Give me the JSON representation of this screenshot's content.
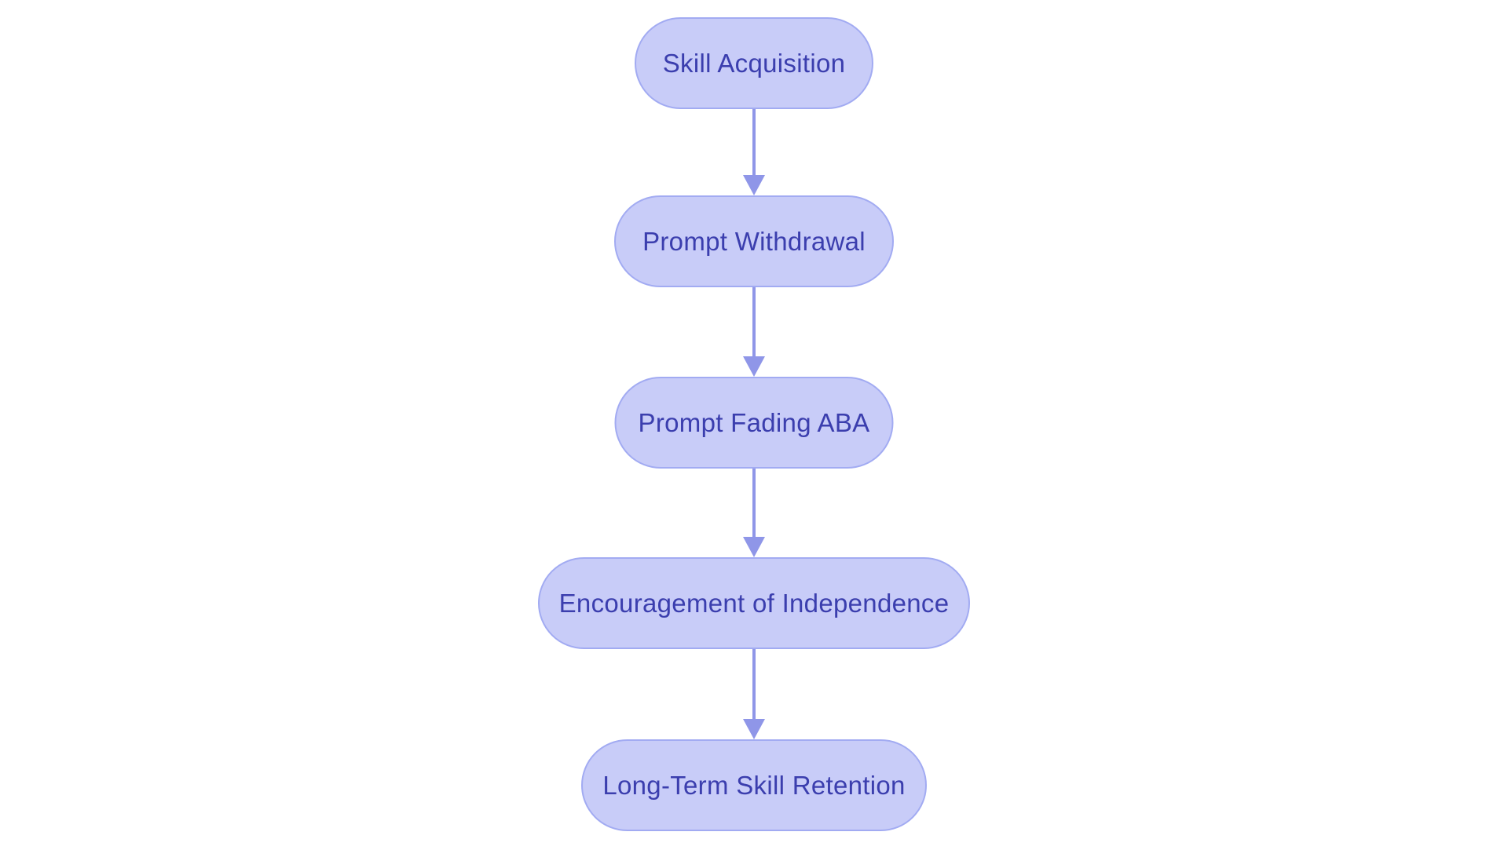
{
  "diagram": {
    "type": "flowchart",
    "direction": "top-down",
    "colors": {
      "background": "#ffffff",
      "node_fill": "#c8ccf8",
      "node_border": "#a2abf2",
      "node_text": "#3b3eae",
      "arrow": "#8f96e8"
    },
    "nodes": [
      {
        "label": "Skill Acquisition"
      },
      {
        "label": "Prompt Withdrawal"
      },
      {
        "label": "Prompt Fading ABA"
      },
      {
        "label": "Encouragement of Independence"
      },
      {
        "label": "Long-Term Skill Retention"
      }
    ],
    "edges": [
      {
        "from": "Skill Acquisition",
        "to": "Prompt Withdrawal"
      },
      {
        "from": "Prompt Withdrawal",
        "to": "Prompt Fading ABA"
      },
      {
        "from": "Prompt Fading ABA",
        "to": "Encouragement of Independence"
      },
      {
        "from": "Encouragement of Independence",
        "to": "Long-Term Skill Retention"
      }
    ]
  }
}
